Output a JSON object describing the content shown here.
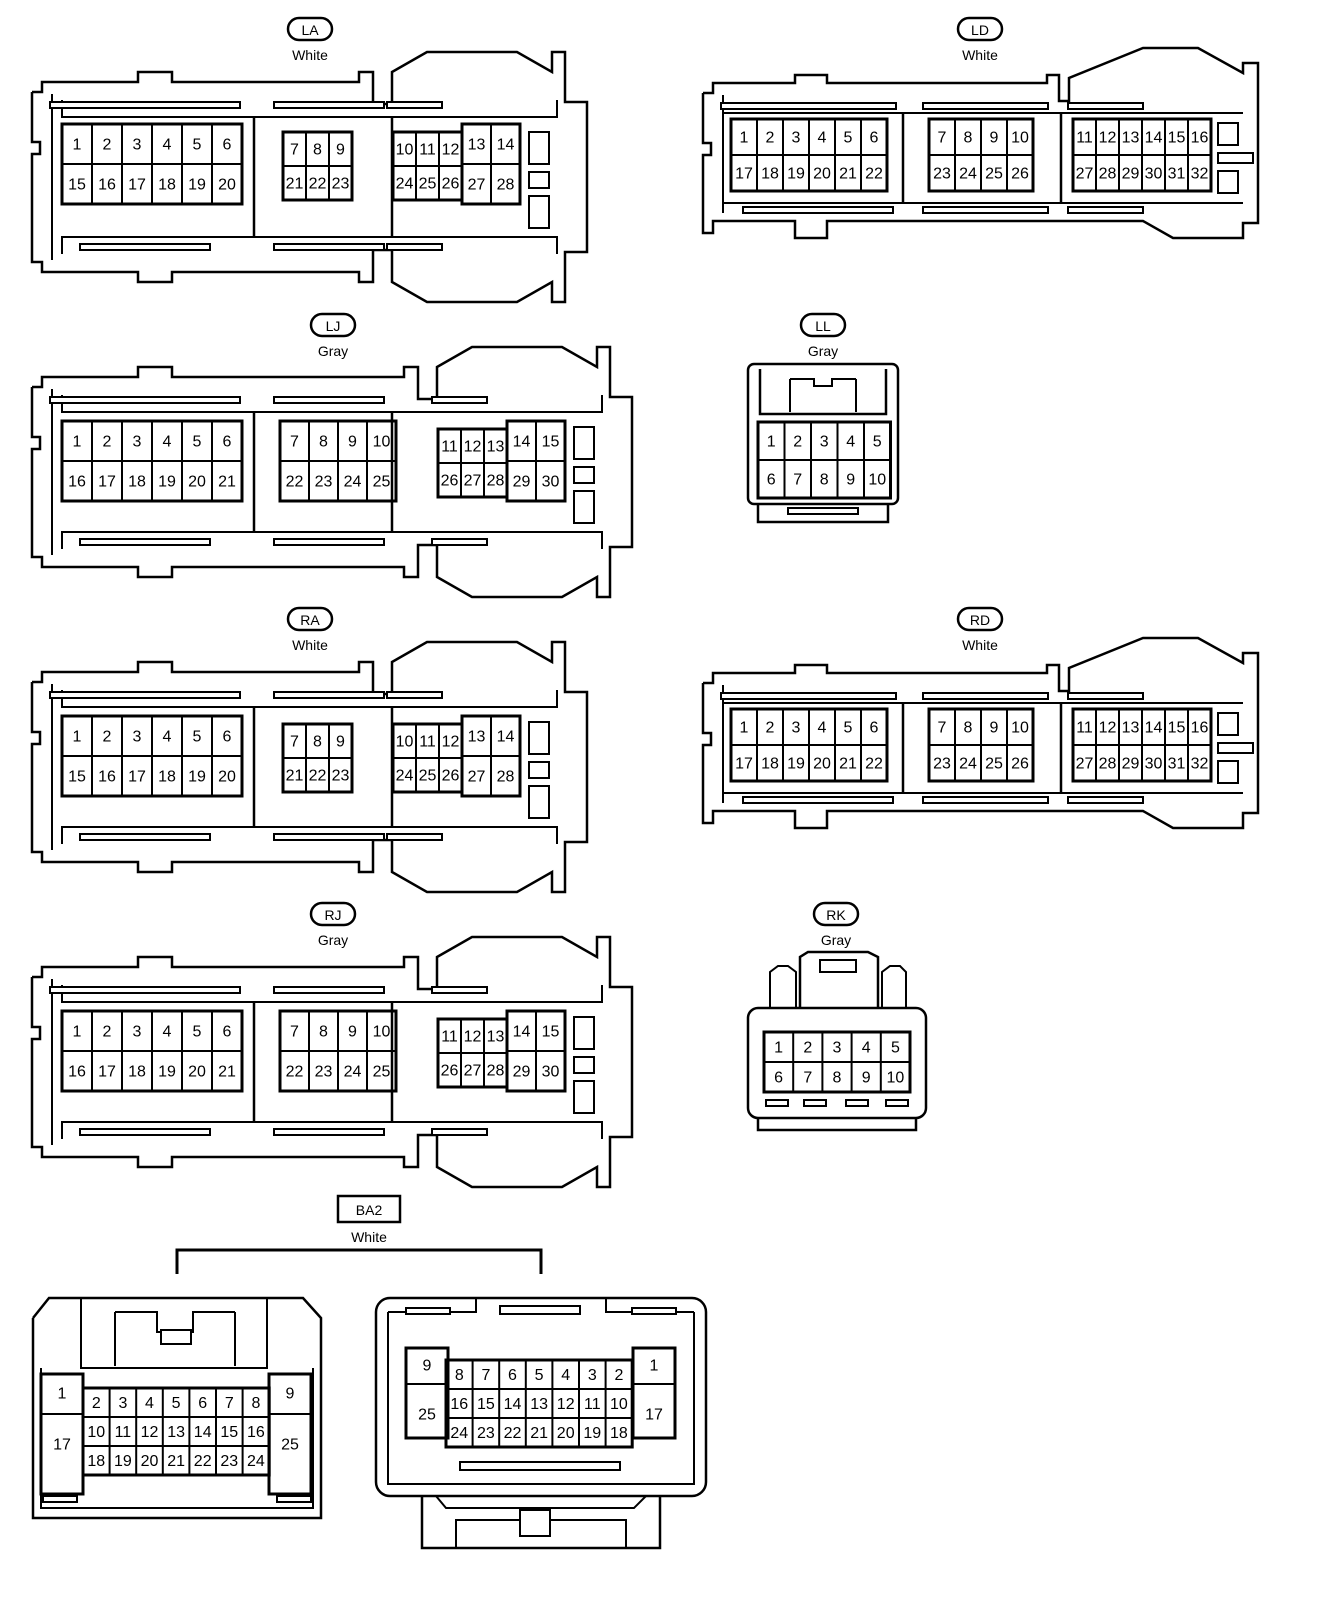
{
  "connectors": [
    {
      "id": "LA",
      "color": "White",
      "variant": "A",
      "groups": [
        {
          "rows": [
            [
              "1",
              "2",
              "3",
              "4",
              "5",
              "6"
            ],
            [
              "15",
              "16",
              "17",
              "18",
              "19",
              "20"
            ]
          ]
        },
        {
          "rows": [
            [
              "7",
              "8",
              "9"
            ],
            [
              "21",
              "22",
              "23"
            ]
          ]
        },
        {
          "rows": [
            [
              "10",
              "11",
              "12"
            ],
            [
              "24",
              "25",
              "26"
            ]
          ]
        },
        {
          "rows": [
            [
              "13",
              "14"
            ],
            [
              "27",
              "28"
            ]
          ]
        }
      ]
    },
    {
      "id": "LD",
      "color": "White",
      "variant": "D",
      "groups": [
        {
          "rows": [
            [
              "1",
              "2",
              "3",
              "4",
              "5",
              "6"
            ],
            [
              "17",
              "18",
              "19",
              "20",
              "21",
              "22"
            ]
          ]
        },
        {
          "rows": [
            [
              "7",
              "8",
              "9",
              "10"
            ],
            [
              "23",
              "24",
              "25",
              "26"
            ]
          ]
        },
        {
          "rows": [
            [
              "11",
              "12",
              "13",
              "14",
              "15",
              "16"
            ],
            [
              "27",
              "28",
              "29",
              "30",
              "31",
              "32"
            ]
          ]
        }
      ]
    },
    {
      "id": "LJ",
      "color": "Gray",
      "variant": "J",
      "groups": [
        {
          "rows": [
            [
              "1",
              "2",
              "3",
              "4",
              "5",
              "6"
            ],
            [
              "16",
              "17",
              "18",
              "19",
              "20",
              "21"
            ]
          ]
        },
        {
          "rows": [
            [
              "7",
              "8",
              "9",
              "10"
            ],
            [
              "22",
              "23",
              "24",
              "25"
            ]
          ]
        },
        {
          "rows": [
            [
              "11",
              "12",
              "13"
            ],
            [
              "26",
              "27",
              "28"
            ]
          ]
        },
        {
          "rows": [
            [
              "14",
              "15"
            ],
            [
              "29",
              "30"
            ]
          ]
        }
      ]
    },
    {
      "id": "LL",
      "color": "Gray",
      "variant": "L",
      "groups": [
        {
          "rows": [
            [
              "1",
              "2",
              "3",
              "4",
              "5"
            ],
            [
              "6",
              "7",
              "8",
              "9",
              "10"
            ]
          ]
        }
      ]
    },
    {
      "id": "RA",
      "color": "White",
      "variant": "A",
      "groups": [
        {
          "rows": [
            [
              "1",
              "2",
              "3",
              "4",
              "5",
              "6"
            ],
            [
              "15",
              "16",
              "17",
              "18",
              "19",
              "20"
            ]
          ]
        },
        {
          "rows": [
            [
              "7",
              "8",
              "9"
            ],
            [
              "21",
              "22",
              "23"
            ]
          ]
        },
        {
          "rows": [
            [
              "10",
              "11",
              "12"
            ],
            [
              "24",
              "25",
              "26"
            ]
          ]
        },
        {
          "rows": [
            [
              "13",
              "14"
            ],
            [
              "27",
              "28"
            ]
          ]
        }
      ]
    },
    {
      "id": "RD",
      "color": "White",
      "variant": "D",
      "groups": [
        {
          "rows": [
            [
              "1",
              "2",
              "3",
              "4",
              "5",
              "6"
            ],
            [
              "17",
              "18",
              "19",
              "20",
              "21",
              "22"
            ]
          ]
        },
        {
          "rows": [
            [
              "7",
              "8",
              "9",
              "10"
            ],
            [
              "23",
              "24",
              "25",
              "26"
            ]
          ]
        },
        {
          "rows": [
            [
              "11",
              "12",
              "13",
              "14",
              "15",
              "16"
            ],
            [
              "27",
              "28",
              "29",
              "30",
              "31",
              "32"
            ]
          ]
        }
      ]
    },
    {
      "id": "RJ",
      "color": "Gray",
      "variant": "J",
      "groups": [
        {
          "rows": [
            [
              "1",
              "2",
              "3",
              "4",
              "5",
              "6"
            ],
            [
              "16",
              "17",
              "18",
              "19",
              "20",
              "21"
            ]
          ]
        },
        {
          "rows": [
            [
              "7",
              "8",
              "9",
              "10"
            ],
            [
              "22",
              "23",
              "24",
              "25"
            ]
          ]
        },
        {
          "rows": [
            [
              "11",
              "12",
              "13"
            ],
            [
              "26",
              "27",
              "28"
            ]
          ]
        },
        {
          "rows": [
            [
              "14",
              "15"
            ],
            [
              "29",
              "30"
            ]
          ]
        }
      ]
    },
    {
      "id": "RK",
      "color": "Gray",
      "variant": "K",
      "groups": [
        {
          "rows": [
            [
              "1",
              "2",
              "3",
              "4",
              "5"
            ],
            [
              "6",
              "7",
              "8",
              "9",
              "10"
            ]
          ]
        }
      ]
    }
  ],
  "ba2": {
    "id": "BA2",
    "color": "White",
    "left": {
      "col_left": [
        "1",
        "17"
      ],
      "col_right": [
        "9",
        "25"
      ],
      "rows": [
        [
          "2",
          "3",
          "4",
          "5",
          "6",
          "7",
          "8"
        ],
        [
          "10",
          "11",
          "12",
          "13",
          "14",
          "15",
          "16"
        ],
        [
          "18",
          "19",
          "20",
          "21",
          "22",
          "23",
          "24"
        ]
      ]
    },
    "right": {
      "col_left": [
        "9",
        "25"
      ],
      "col_right": [
        "1",
        "17"
      ],
      "rows": [
        [
          "8",
          "7",
          "6",
          "5",
          "4",
          "3",
          "2"
        ],
        [
          "16",
          "15",
          "14",
          "13",
          "12",
          "11",
          "10"
        ],
        [
          "24",
          "23",
          "22",
          "21",
          "20",
          "19",
          "18"
        ]
      ]
    }
  }
}
